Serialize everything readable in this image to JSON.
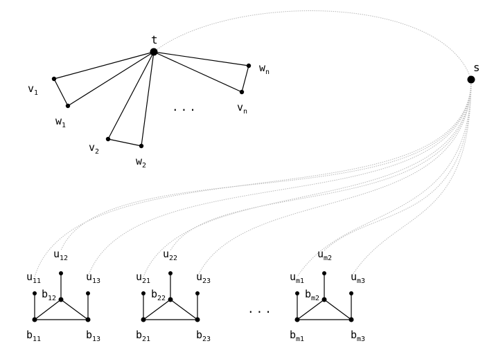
{
  "nodes": {
    "t": {
      "label": "t"
    },
    "s": {
      "label": "s"
    }
  },
  "labels": {
    "v1": {
      "base": "v",
      "sub": "1"
    },
    "w1": {
      "base": "w",
      "sub": "1"
    },
    "v2": {
      "base": "v",
      "sub": "2"
    },
    "w2": {
      "base": "w",
      "sub": "2"
    },
    "vn": {
      "base": "v",
      "sub": "n"
    },
    "wn": {
      "base": "w",
      "sub": "n"
    },
    "u11": {
      "base": "u",
      "sub": "11"
    },
    "u12": {
      "base": "u",
      "sub": "12"
    },
    "u13": {
      "base": "u",
      "sub": "13"
    },
    "b11": {
      "base": "b",
      "sub": "11"
    },
    "b12": {
      "base": "b",
      "sub": "12"
    },
    "b13": {
      "base": "b",
      "sub": "13"
    },
    "u21": {
      "base": "u",
      "sub": "21"
    },
    "u22": {
      "base": "u",
      "sub": "22"
    },
    "u23": {
      "base": "u",
      "sub": "23"
    },
    "b21": {
      "base": "b",
      "sub": "21"
    },
    "b22": {
      "base": "b",
      "sub": "22"
    },
    "b23": {
      "base": "b",
      "sub": "23"
    },
    "um1": {
      "base": "u",
      "sub": "m1"
    },
    "um2": {
      "base": "u",
      "sub": "m2"
    },
    "um3": {
      "base": "u",
      "sub": "m3"
    },
    "bm1": {
      "base": "b",
      "sub": "m1"
    },
    "bm2": {
      "base": "b",
      "sub": "m2"
    },
    "bm3": {
      "base": "b",
      "sub": "m3"
    }
  },
  "ellipsis": {
    "top": "...",
    "bottom": "..."
  }
}
